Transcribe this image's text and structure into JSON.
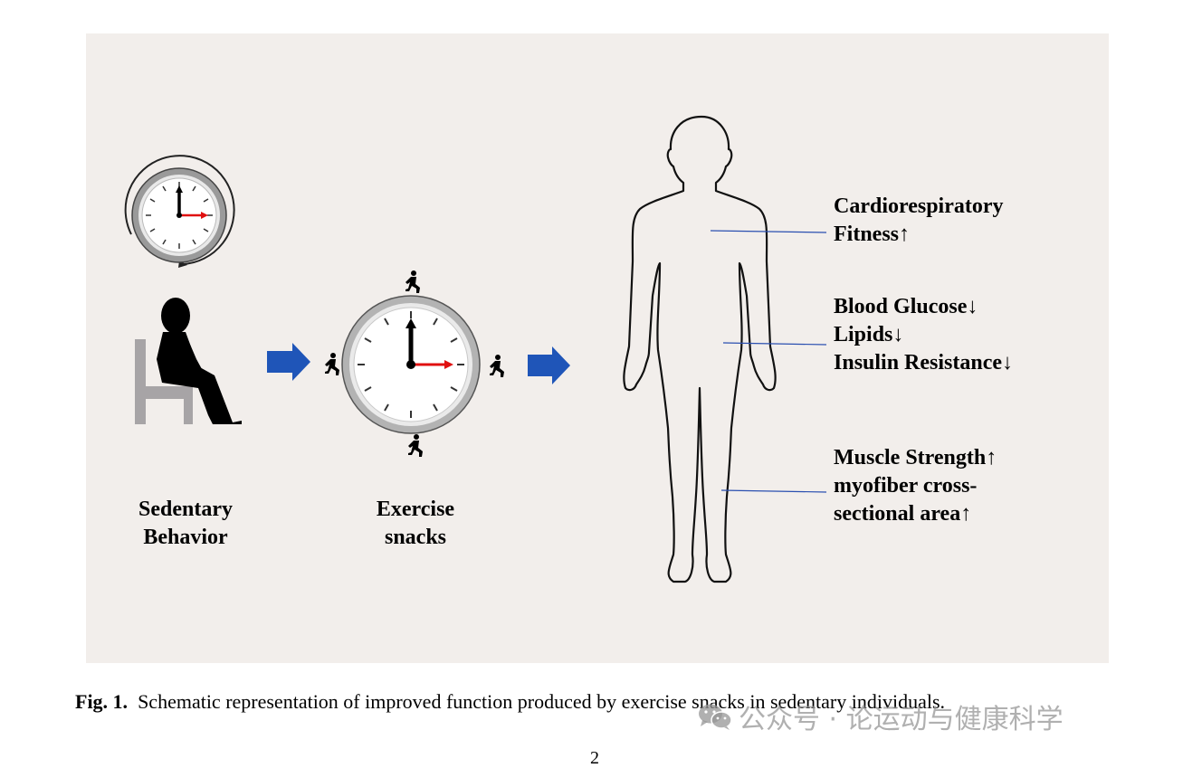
{
  "figure": {
    "labels": {
      "sedentary_line1": "Sedentary",
      "sedentary_line2": "Behavior",
      "exercise_line1": "Exercise",
      "exercise_line2": "snacks"
    },
    "benefits": {
      "group1": [
        "Cardiorespiratory",
        "Fitness↑"
      ],
      "group2": [
        "Blood Glucose↓",
        "Lipids↓",
        "Insulin Resistance↓"
      ],
      "group3": [
        "Muscle Strength↑",
        "myofiber cross-",
        "sectional area↑"
      ]
    },
    "colors": {
      "background": "#f2eeeb",
      "arrow": "#1f55b8",
      "pointer_line": "#2a4fb0",
      "minute_hand": "#e01010",
      "chair": "#a7a4a6"
    }
  },
  "caption": {
    "label": "Fig. 1.",
    "text": "Schematic representation of improved function produced by exercise snacks in sedentary individuals."
  },
  "page_number": "2",
  "watermark": {
    "icon": "wechat-icon",
    "text": "公众号 · 论运动与健康科学"
  }
}
